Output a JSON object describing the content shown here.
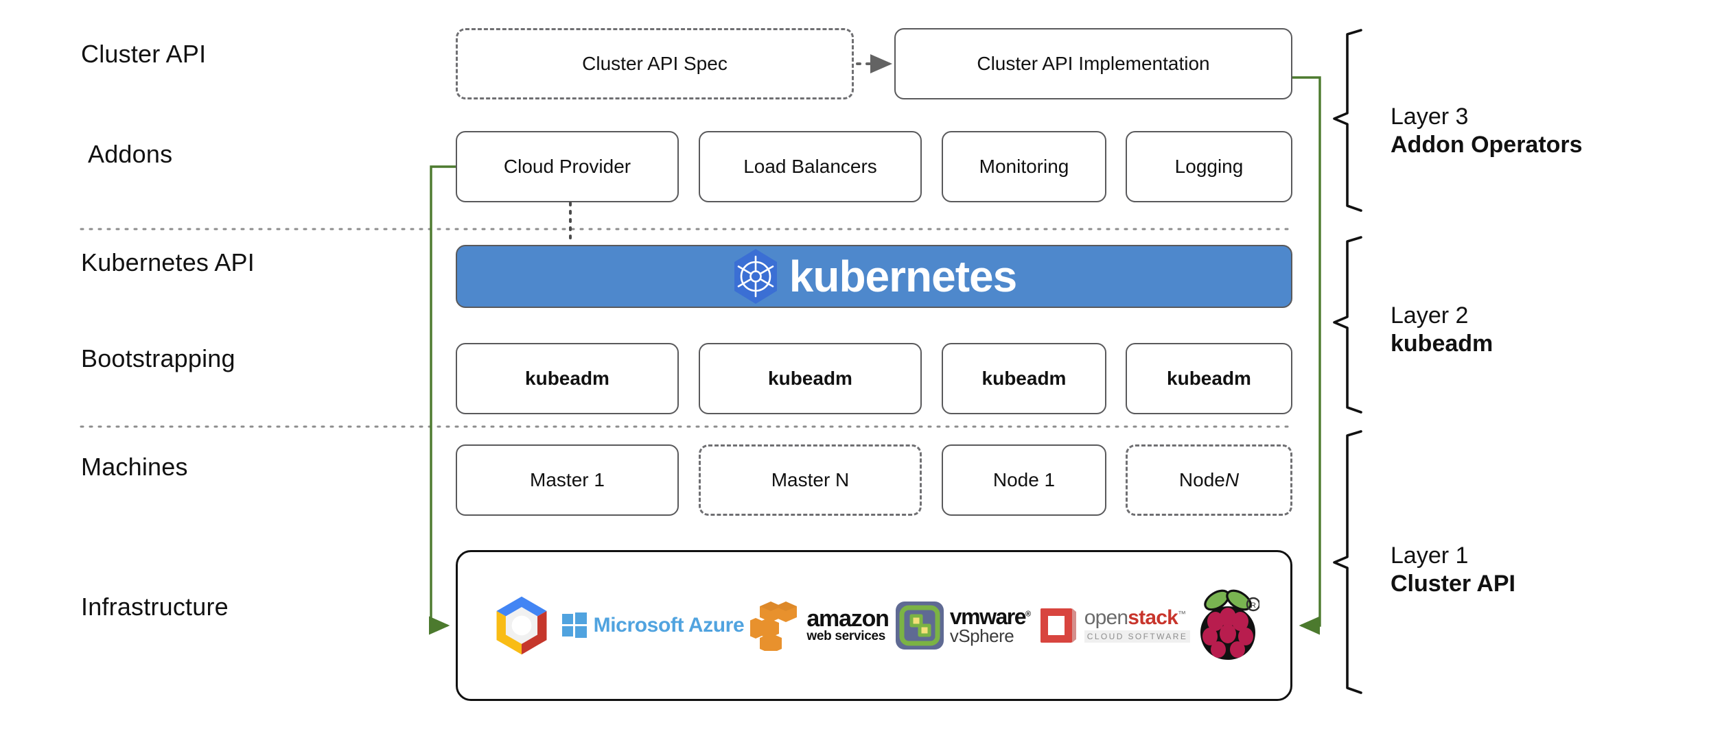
{
  "diagram": {
    "title": "Kubernetes Cluster API layered architecture",
    "accent_green": "#4c7a2e",
    "k8s_blue": "#4e88cc",
    "box_border": "#59595b"
  },
  "row_labels": [
    {
      "id": "cluster-api",
      "text": "Cluster API"
    },
    {
      "id": "addons",
      "text": "Addons"
    },
    {
      "id": "kubernetes-api",
      "text": "Kubernetes API"
    },
    {
      "id": "bootstrapping",
      "text": "Bootstrapping"
    },
    {
      "id": "machines",
      "text": "Machines"
    },
    {
      "id": "infrastructure",
      "text": "Infrastructure"
    }
  ],
  "cluster_api_row": {
    "spec": {
      "label": "Cluster API Spec",
      "style": "dashed"
    },
    "implementation": {
      "label": "Cluster API Implementation",
      "style": "solid"
    }
  },
  "addons_row": [
    {
      "label": "Cloud Provider",
      "style": "solid"
    },
    {
      "label": "Load Balancers",
      "style": "solid"
    },
    {
      "label": "Monitoring",
      "style": "solid"
    },
    {
      "label": "Logging",
      "style": "solid"
    }
  ],
  "kubernetes_banner": {
    "wordmark": "kubernetes",
    "logo_name": "kubernetes-helm-wheel-logo"
  },
  "bootstrapping_row": [
    {
      "label": "kubeadm",
      "style": "solid"
    },
    {
      "label": "kubeadm",
      "style": "solid"
    },
    {
      "label": "kubeadm",
      "style": "solid"
    },
    {
      "label": "kubeadm",
      "style": "solid"
    }
  ],
  "machines_row": [
    {
      "label": "Master 1",
      "style": "solid",
      "italic_tail": ""
    },
    {
      "label": "Master N",
      "style": "dashed",
      "italic_tail": ""
    },
    {
      "label": "Node 1",
      "style": "solid",
      "italic_tail": ""
    },
    {
      "label": "Node ",
      "style": "dashed",
      "italic_tail": "N"
    }
  ],
  "infrastructure_logos": [
    {
      "name": "google-cloud-platform-logo",
      "text": ""
    },
    {
      "name": "microsoft-azure-logo",
      "text": "Microsoft Azure"
    },
    {
      "name": "amazon-web-services-logo",
      "text": "amazon",
      "subtext": "web services"
    },
    {
      "name": "vmware-vsphere-logo",
      "text": "vmware",
      "subtext": "vSphere"
    },
    {
      "name": "openstack-logo",
      "text": "openstack",
      "text_a": "open",
      "text_b": "stack",
      "subtext": "CLOUD SOFTWARE"
    },
    {
      "name": "raspberry-pi-logo",
      "text": ""
    }
  ],
  "layers": [
    {
      "id": "layer-3",
      "number": "Layer 3",
      "name": "Addon Operators"
    },
    {
      "id": "layer-2",
      "number": "Layer 2",
      "name": "kubeadm"
    },
    {
      "id": "layer-1",
      "number": "Layer 1",
      "name": "Cluster API"
    }
  ]
}
